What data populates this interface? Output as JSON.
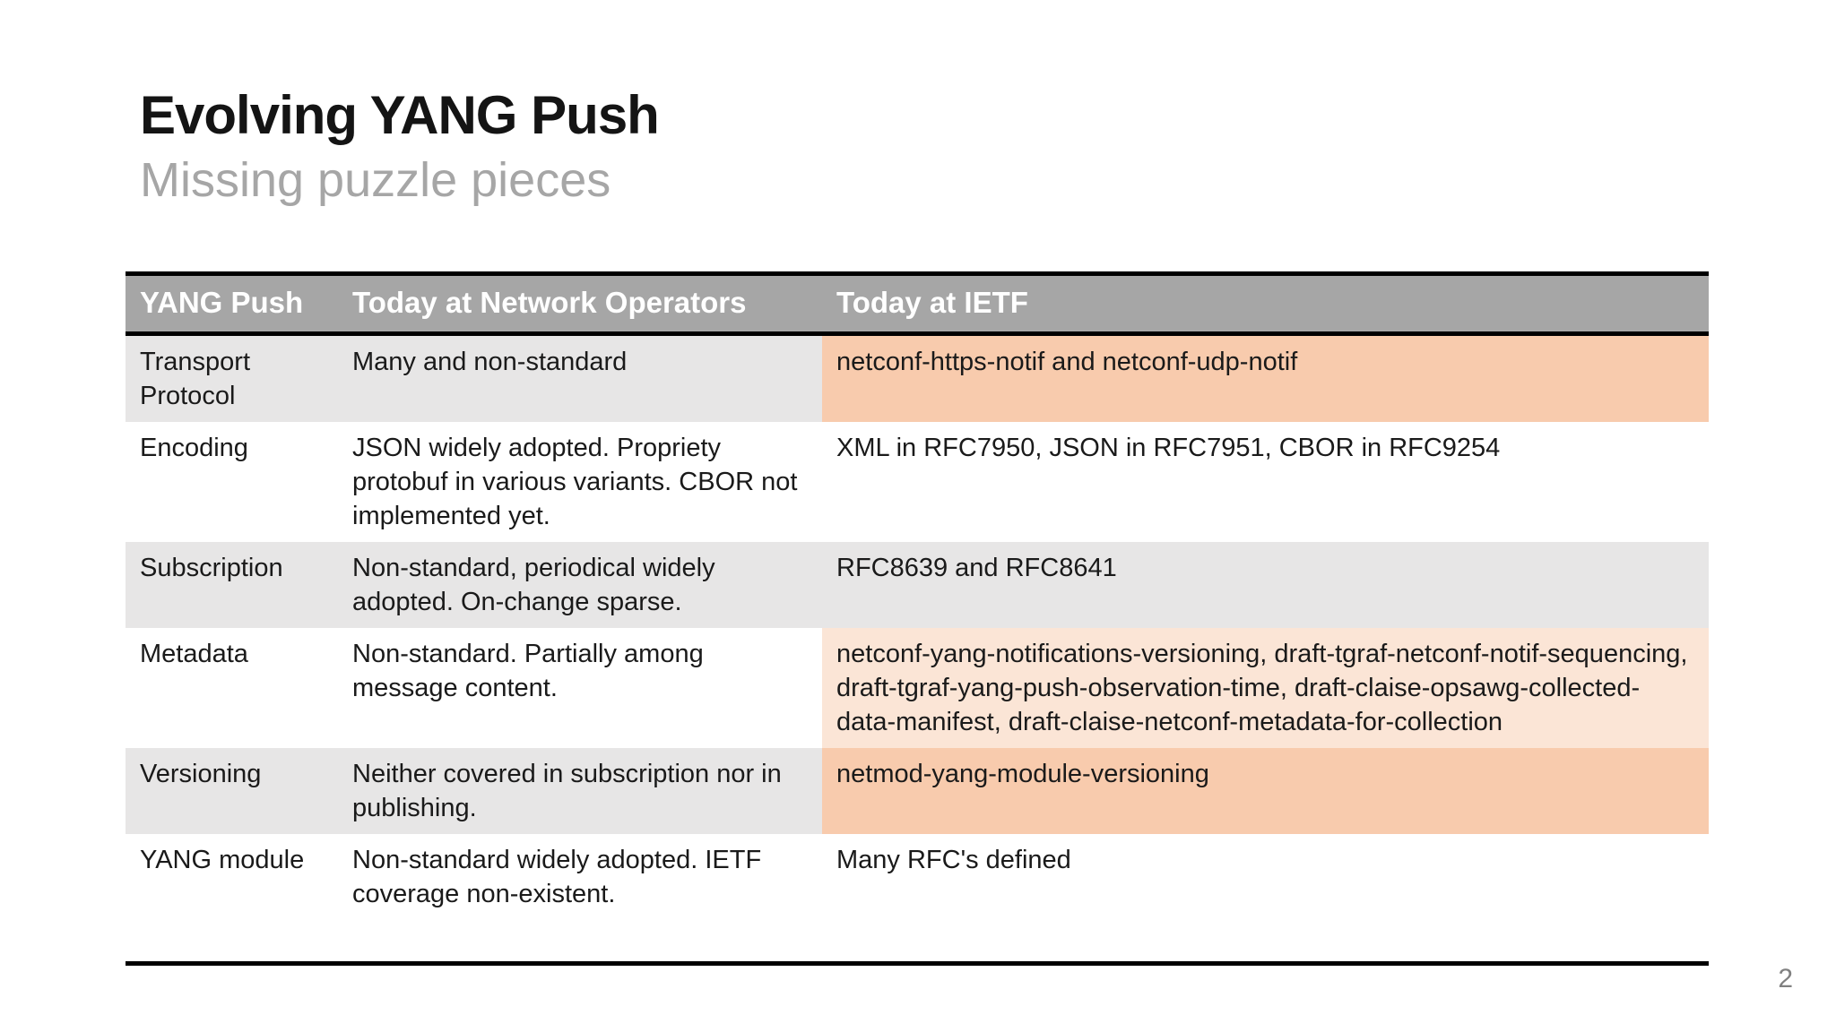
{
  "slide": {
    "title": "Evolving YANG Push",
    "subtitle": "Missing puzzle pieces",
    "page_number": "2"
  },
  "colors": {
    "header_bg": "#A6A6A6",
    "header_text": "#FFFFFF",
    "band_gray": "#E7E6E6",
    "highlight_strong": "#F8CBAD",
    "highlight_light": "#FBE5D6",
    "border": "#000000",
    "title": "#141414",
    "subtitle": "#A6A6A6",
    "page_number": "#808080"
  },
  "table": {
    "headers": [
      "YANG Push",
      "Today at Network Operators",
      "Today at IETF"
    ],
    "rows": [
      {
        "feature": "Transport Protocol",
        "operators": "Many and non-standard",
        "ietf": "netconf-https-notif and netconf-udp-notif",
        "band": "gray",
        "ietf_highlight": "strong"
      },
      {
        "feature": "Encoding",
        "operators": "JSON widely adopted. Propriety protobuf in various variants. CBOR not implemented yet.",
        "ietf": "XML in RFC7950, JSON in RFC7951, CBOR in RFC9254",
        "band": "white",
        "ietf_highlight": "none"
      },
      {
        "feature": "Subscription",
        "operators": "Non-standard, periodical widely adopted. On-change sparse.",
        "ietf": "RFC8639 and RFC8641",
        "band": "gray",
        "ietf_highlight": "none"
      },
      {
        "feature": "Metadata",
        "operators": "Non-standard. Partially among message content.",
        "ietf": "netconf-yang-notifications-versioning, draft-tgraf-netconf-notif-sequencing, draft-tgraf-yang-push-observation-time, draft-claise-opsawg-collected-data-manifest, draft-claise-netconf-metadata-for-collection",
        "band": "white",
        "ietf_highlight": "light"
      },
      {
        "feature": "Versioning",
        "operators": "Neither covered in subscription nor in publishing.",
        "ietf": "netmod-yang-module-versioning",
        "band": "gray",
        "ietf_highlight": "strong"
      },
      {
        "feature": "YANG module",
        "operators": "Non-standard widely adopted. IETF coverage non-existent.",
        "ietf": "Many RFC's defined",
        "band": "white",
        "ietf_highlight": "none"
      }
    ]
  }
}
